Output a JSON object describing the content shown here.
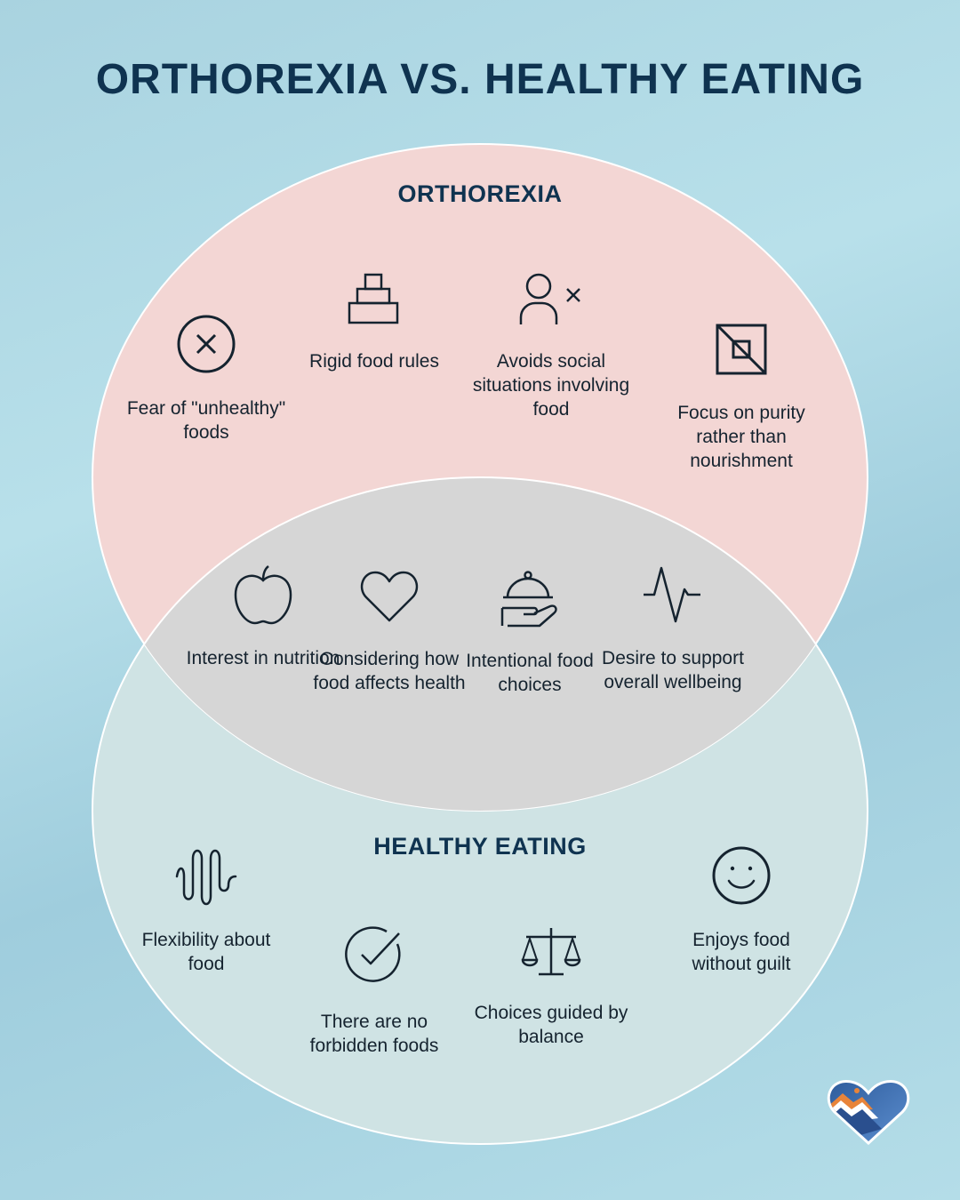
{
  "title": "ORTHOREXIA VS. HEALTHY EATING",
  "colors": {
    "orthorexia_fill": "#f3d6d4",
    "overlap_fill": "#d6d6d6",
    "healthy_fill": "#cfe3e4",
    "title_text": "#0f3350",
    "icon_stroke": "#15232f"
  },
  "orthorexia": {
    "heading": "ORTHOREXIA",
    "items": [
      {
        "icon": "x-circle-icon",
        "label": "Fear of \"unhealthy\" foods"
      },
      {
        "icon": "stacked-blocks-icon",
        "label": "Rigid food rules"
      },
      {
        "icon": "person-x-icon",
        "label": "Avoids social situations involving food"
      },
      {
        "icon": "crossed-square-icon",
        "label": "Focus on purity rather than nourishment"
      }
    ]
  },
  "overlap": {
    "items": [
      {
        "icon": "apple-icon",
        "label": "Interest in nutrition"
      },
      {
        "icon": "heart-icon",
        "label": "Considering how food affects health"
      },
      {
        "icon": "serving-cloche-icon",
        "label": "Intentional food choices"
      },
      {
        "icon": "pulse-icon",
        "label": "Desire to support overall wellbeing"
      }
    ]
  },
  "healthy": {
    "heading": "HEALTHY EATING",
    "items": [
      {
        "icon": "wave-icon",
        "label": "Flexibility about food"
      },
      {
        "icon": "check-circle-icon",
        "label": "There are no forbidden foods"
      },
      {
        "icon": "balance-scale-icon",
        "label": "Choices guided by balance"
      },
      {
        "icon": "smiley-icon",
        "label": "Enjoys food without guilt"
      }
    ]
  }
}
